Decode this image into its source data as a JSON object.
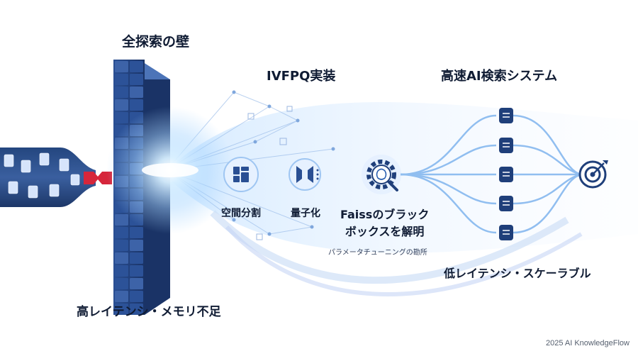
{
  "labels": {
    "wall_title": "全探索の壁",
    "ivfpq_title": "IVFPQ実装",
    "fast_title": "高速AI検索システム",
    "high_latency": "高レイテンシ・メモリ不足",
    "space_split": "空間分割",
    "quantization": "量子化",
    "faiss_line1": "Faissのブラック",
    "faiss_line2": "ボックスを解明",
    "param_note": "パラメータチューニングの勘所",
    "low_latency": "低レイテンシ・スケーラブル"
  },
  "footer": "2025 AI KnowledgeFlow",
  "icons": {
    "wall": "brick-wall",
    "bottleneck": "bottleneck-icon",
    "space": "grid-partition-icon",
    "quant": "compression-icon",
    "faiss": "gear-brain-search-icon",
    "doc": "document-icon",
    "target": "target-arrow-icon"
  },
  "colors": {
    "navy": "#1f3f7a",
    "wall_light": "#3d63a8",
    "glow": "#bfe3ff",
    "flow": "#7fb4ee",
    "red": "#d6263b",
    "text": "#0f1b33"
  }
}
